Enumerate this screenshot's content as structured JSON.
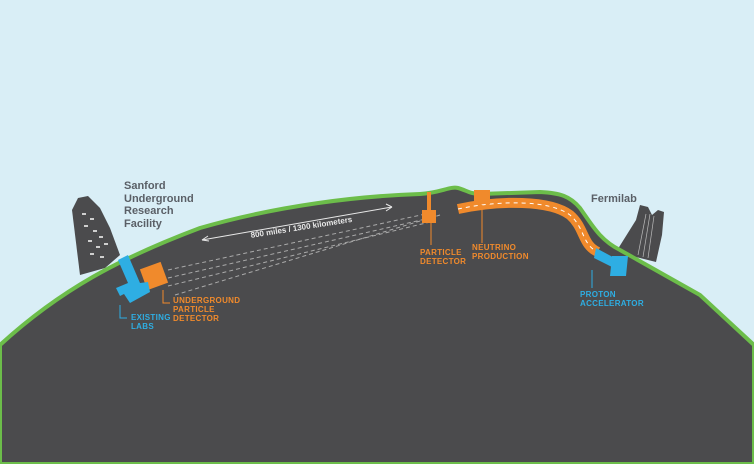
{
  "sites": {
    "sanford": [
      "Sanford",
      "Underground",
      "Research",
      "Facility"
    ],
    "fermilab": "Fermilab"
  },
  "distance": "800 miles / 1300 kilometers",
  "labels": {
    "underground_detector": [
      "UNDERGROUND",
      "PARTICLE",
      "DETECTOR"
    ],
    "existing_labs": [
      "EXISTING",
      "LABS"
    ],
    "particle_detector": [
      "PARTICLE",
      "DETECTOR"
    ],
    "neutrino_production": [
      "NEUTRINO",
      "PRODUCTION"
    ],
    "proton_accelerator": [
      "PROTON",
      "ACCELERATOR"
    ]
  },
  "colors": {
    "sky": "#d9eef6",
    "ground": "#4b4b4d",
    "surface": "#6cbd4a",
    "orange": "#f08a2c",
    "blue": "#2eaee3"
  }
}
